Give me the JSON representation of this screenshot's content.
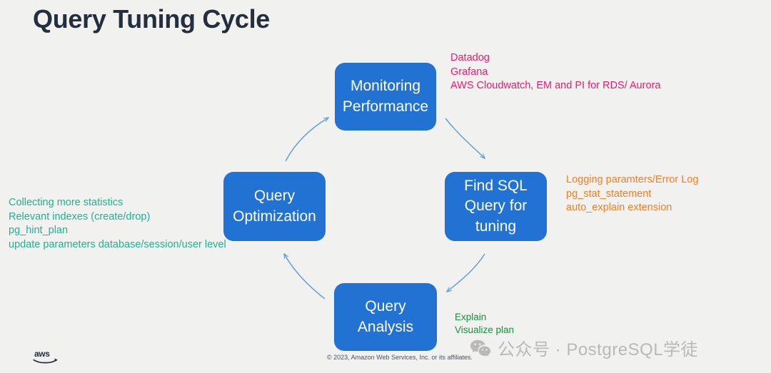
{
  "slide": {
    "title": "Query Tuning Cycle",
    "background_color": "#f1f1f0",
    "node_color": "#2272d4",
    "arrow_color": "#5b9bd5"
  },
  "nodes": [
    {
      "id": "monitoring",
      "line1": "Monitoring",
      "line2": "Performance",
      "line3": ""
    },
    {
      "id": "findsql",
      "line1": "Find SQL",
      "line2": "Query for",
      "line3": "tuning"
    },
    {
      "id": "analysis",
      "line1": "Query",
      "line2": "Analysis",
      "line3": ""
    },
    {
      "id": "optimization",
      "line1": "Query",
      "line2": "Optimization",
      "line3": ""
    }
  ],
  "annotations": {
    "monitoring": {
      "color": "#ec1b72",
      "lines": [
        "Datadog",
        "Grafana",
        "AWS Cloudwatch, EM and PI for RDS/ Aurora"
      ]
    },
    "findsql": {
      "color": "#f28022",
      "lines": [
        "Logging paramters/Error Log",
        "pg_stat_statement",
        "auto_explain extension"
      ]
    },
    "optimization": {
      "color": "#23b093",
      "lines": [
        "Collecting more statistics",
        "Relevant indexes (create/drop)",
        "pg_hint_plan",
        "update parameters database/session/user level"
      ]
    },
    "analysis": {
      "color": "#1a8f3c",
      "lines": [
        "Explain",
        "Visualize plan"
      ]
    }
  },
  "footer": {
    "logo": "aws-logo",
    "copyright": "© 2023, Amazon Web Services, Inc. or its affiliates."
  },
  "watermark": {
    "icon": "wechat-icon",
    "text": "公众号 · PostgreSQL学徒",
    "color": "#b9b9b7"
  }
}
